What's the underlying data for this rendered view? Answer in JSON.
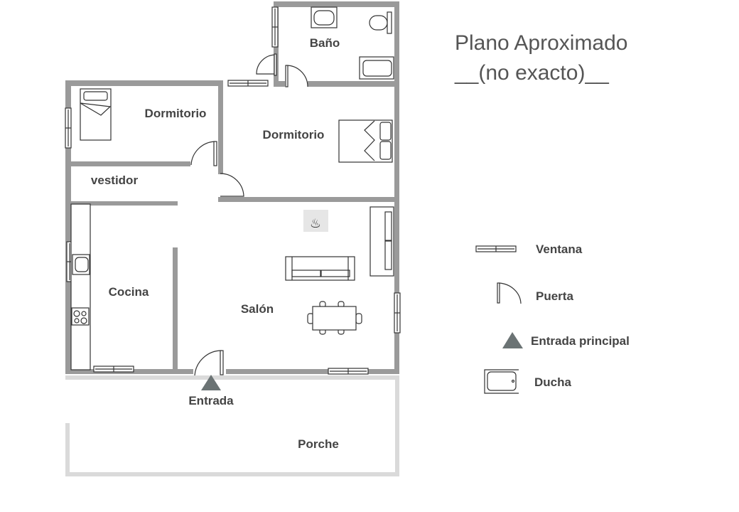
{
  "title": {
    "line1": "Plano Aproximado",
    "line2": "__(no exacto)__"
  },
  "rooms": {
    "bano": "Baño",
    "dormitorio_1": "Dormitorio",
    "dormitorio_2": "Dormitorio",
    "vestidor": "vestidor",
    "cocina": "Cocina",
    "salon": "Salón",
    "entrada": "Entrada",
    "porche": "Porche"
  },
  "legend": [
    {
      "icon": "window-icon",
      "label": "Ventana"
    },
    {
      "icon": "door-icon",
      "label": "Puerta"
    },
    {
      "icon": "triangle-icon",
      "label": "Entrada principal"
    },
    {
      "icon": "bathtub-icon",
      "label": "Ducha"
    }
  ],
  "colors": {
    "wall": "#9a9a9a",
    "porch": "#dadada",
    "entrance": "#6b7374",
    "text": "#444444"
  }
}
